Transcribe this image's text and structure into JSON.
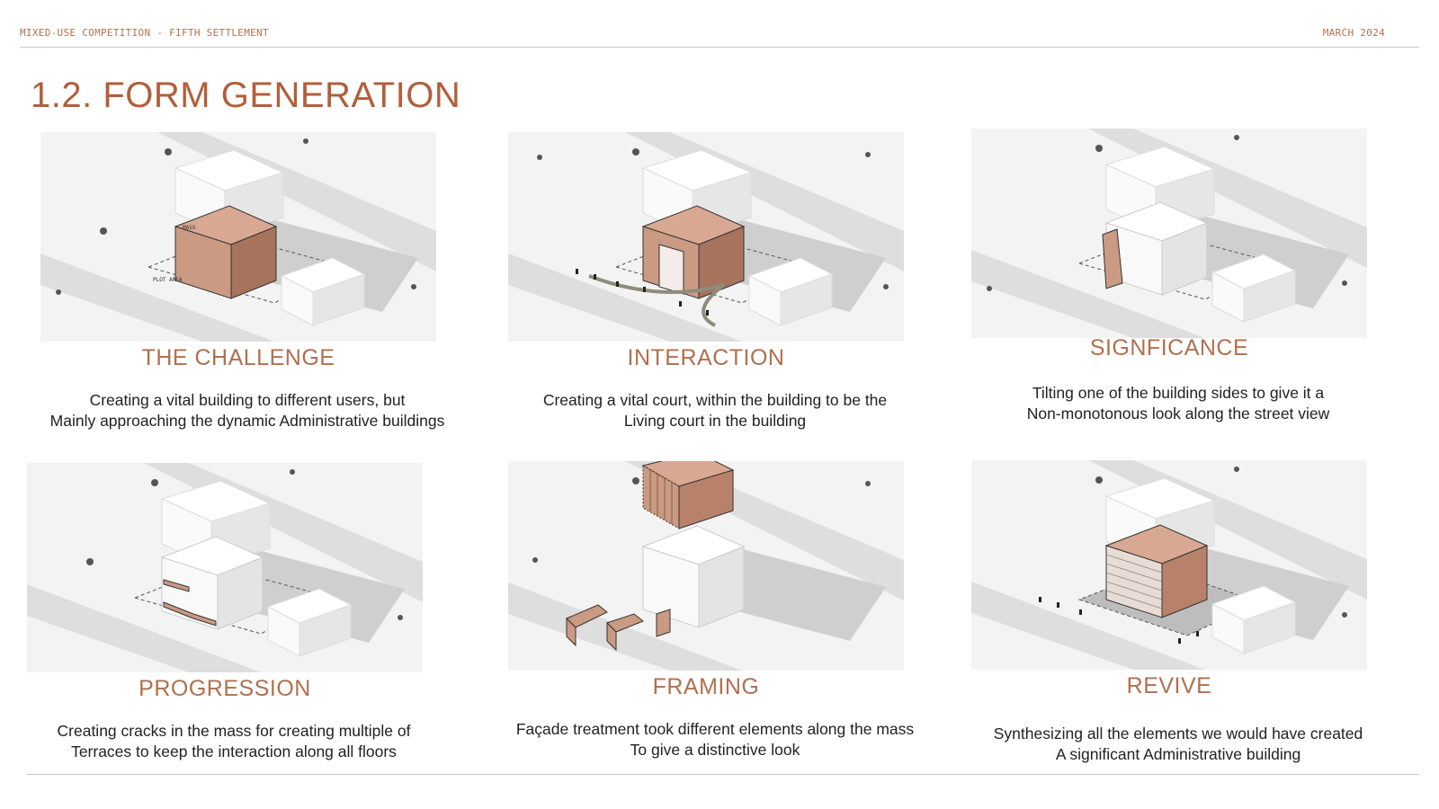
{
  "header": {
    "left": "MIXED-USE COMPETITION - FIFTH SETTLEMENT",
    "right": "MARCH 2024"
  },
  "title": "1.2. FORM GENERATION",
  "colors": {
    "accent": "#b25f3a",
    "mass": "#cb9a83",
    "mass_side": "#b8826a",
    "shadow": "#c9c9c9",
    "road": "#dcdcdc"
  },
  "panels": [
    {
      "title": "THE CHALLENGE",
      "lines": [
        "Creating a vital building to different users, but",
        "Mainly approaching the dynamic Administrative buildings"
      ],
      "plot_label": "PLOT AREA",
      "mass_label": "MASS"
    },
    {
      "title": "INTERACTION",
      "lines": [
        "Creating a vital court, within the building to be the",
        "Living court in the building"
      ]
    },
    {
      "title": "SIGNFICANCE",
      "lines": [
        "Tilting one of the building sides to give it a",
        "Non-monotonous look along the street view"
      ]
    },
    {
      "title": "PROGRESSION",
      "lines": [
        "Creating cracks in the mass for creating multiple of",
        "Terraces to keep the interaction along all floors"
      ]
    },
    {
      "title": "FRAMING",
      "lines": [
        "Façade treatment took different elements along the mass",
        "To give a distinctive look"
      ]
    },
    {
      "title": "REVIVE",
      "lines": [
        "Synthesizing all the elements we would have created",
        "A significant Administrative building"
      ]
    }
  ]
}
